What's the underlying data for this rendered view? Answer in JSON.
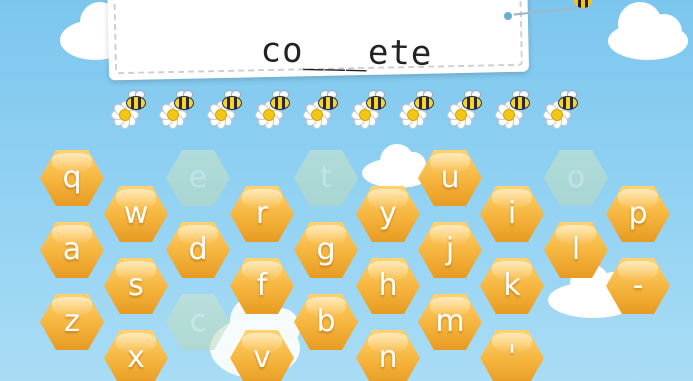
{
  "puzzle": {
    "word_display": "co___ete"
  },
  "lives": {
    "remaining": 10,
    "icon": "bee-on-daisy"
  },
  "keyboard": {
    "keys": [
      {
        "label": "q",
        "used": false
      },
      {
        "label": "w",
        "used": false
      },
      {
        "label": "e",
        "used": true
      },
      {
        "label": "r",
        "used": false
      },
      {
        "label": "t",
        "used": true
      },
      {
        "label": "y",
        "used": false
      },
      {
        "label": "u",
        "used": false
      },
      {
        "label": "i",
        "used": false
      },
      {
        "label": "o",
        "used": true
      },
      {
        "label": "p",
        "used": false
      },
      {
        "label": "a",
        "used": false
      },
      {
        "label": "s",
        "used": false
      },
      {
        "label": "d",
        "used": false
      },
      {
        "label": "f",
        "used": false
      },
      {
        "label": "g",
        "used": false
      },
      {
        "label": "h",
        "used": false
      },
      {
        "label": "j",
        "used": false
      },
      {
        "label": "k",
        "used": false
      },
      {
        "label": "l",
        "used": false
      },
      {
        "label": "-",
        "used": false
      },
      {
        "label": "z",
        "used": false
      },
      {
        "label": "x",
        "used": false
      },
      {
        "label": "c",
        "used": true
      },
      {
        "label": "v",
        "used": false
      },
      {
        "label": "b",
        "used": false
      },
      {
        "label": "n",
        "used": false
      },
      {
        "label": "m",
        "used": false
      },
      {
        "label": "'",
        "used": false
      }
    ]
  },
  "colors": {
    "sky": "#8fd0f2",
    "key": "#f5b43d",
    "key_used": "#b9d8b6"
  }
}
